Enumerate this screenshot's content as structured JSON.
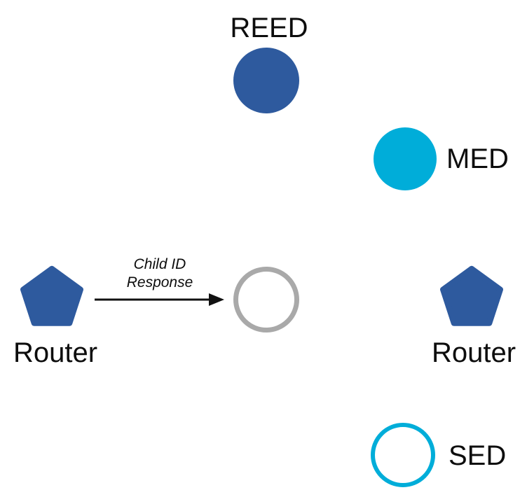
{
  "diagram": {
    "nodes": [
      {
        "id": "reed",
        "label": "REED",
        "shape": "circle",
        "style": "filled",
        "color": "#2E5A9E",
        "label_position": "top"
      },
      {
        "id": "med",
        "label": "MED",
        "shape": "circle",
        "style": "filled",
        "color": "#00ADD9",
        "label_position": "right"
      },
      {
        "id": "router-left",
        "label": "Router",
        "shape": "pentagon",
        "style": "filled",
        "color": "#2E5A9E",
        "label_position": "bottom"
      },
      {
        "id": "joiner",
        "label": "",
        "shape": "circle",
        "style": "outline",
        "color": "#A9A9A9",
        "label_position": "none"
      },
      {
        "id": "router-right",
        "label": "Router",
        "shape": "pentagon",
        "style": "filled",
        "color": "#2E5A9E",
        "label_position": "bottom"
      },
      {
        "id": "sed",
        "label": "SED",
        "shape": "circle",
        "style": "outline",
        "color": "#00ADD9",
        "label_position": "right"
      }
    ],
    "edge": {
      "from": "router-left",
      "to": "joiner",
      "label_line1": "Child ID",
      "label_line2": "Response",
      "color": "#111111"
    }
  },
  "colors": {
    "router_blue": "#2E5A9E",
    "device_cyan": "#00ADD9",
    "outline_gray": "#A9A9A9",
    "text": "#0d0d0d",
    "background": "#ffffff"
  }
}
